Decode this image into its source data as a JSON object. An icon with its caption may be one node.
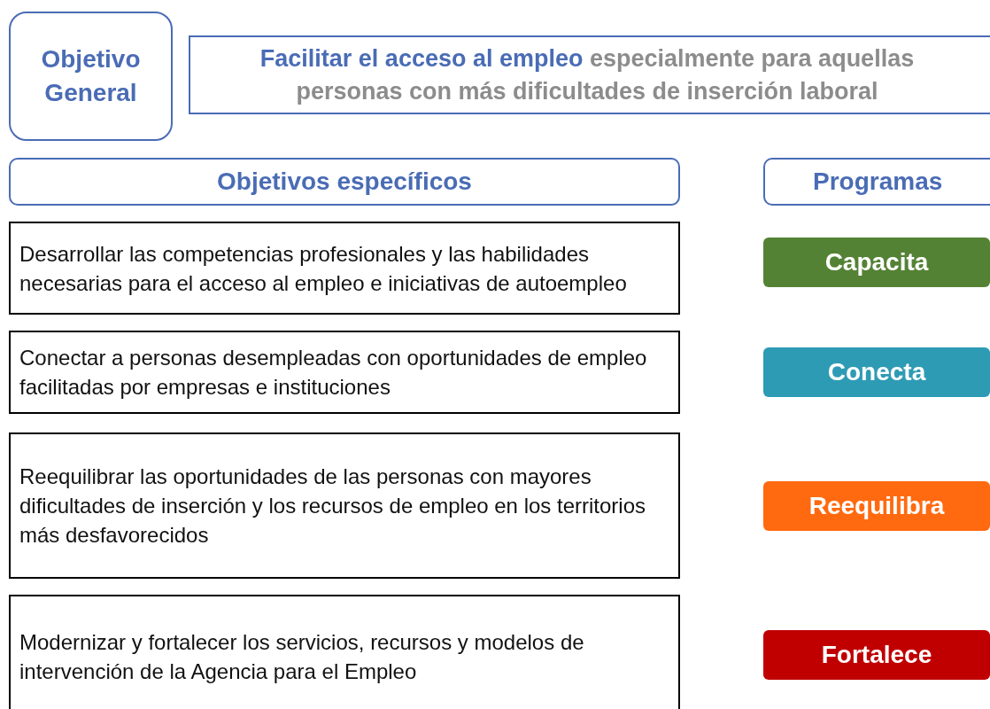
{
  "diagram": {
    "nodes": [
      {
        "text": [
          "Objetivo General"
        ]
      },
      {
        "text": [
          "**Facilitar el acceso al empleo** especialmente para aquellas personas con más dificultades de inserción laboral"
        ]
      },
      {
        "text": [
          "Objetivos específicos"
        ]
      },
      {
        "text": [
          "Programas"
        ]
      },
      {
        "text": [
          "Desarrollar las competencias profesionales y las habilidades necesarias para el acceso al empleo  e iniciativas de autoempleo"
        ]
      },
      {
        "text": [
          "Capacita"
        ]
      },
      {
        "text": [
          "Conectar a personas desempleadas con oportunidades de empleo facilitadas por empresas e instituciones"
        ]
      },
      {
        "text": [
          "Conecta"
        ]
      },
      {
        "text": [
          "Reequilibrar las oportunidades de las personas con mayores dificultades de inserción y los recursos de empleo en los territorios más desfavorecidos"
        ]
      },
      {
        "text": [
          "Reequilibra"
        ]
      },
      {
        "text": [
          "Modernizar y fortalecer los servicios, recursos y modelos de intervención de la Agencia para el Empleo"
        ]
      },
      {
        "text": [
          "Fortalece"
        ]
      }
    ]
  }
}
